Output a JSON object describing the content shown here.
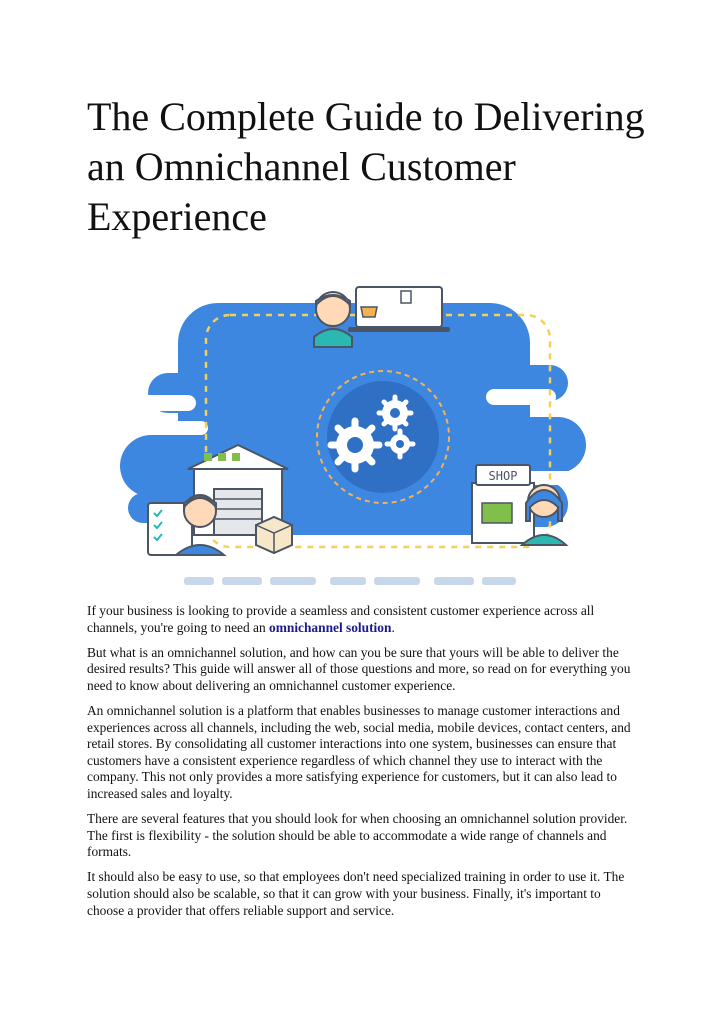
{
  "document": {
    "title": "The Complete Guide to Delivering an Omnichannel Customer Experience",
    "hero_image": {
      "icons": [
        "person-icon",
        "laptop-icon",
        "shopping-basket-icon",
        "gears-icon",
        "warehouse-icon",
        "checklist-icon",
        "package-icon",
        "shop-icon"
      ],
      "shop_sign": "SHOP",
      "colors": {
        "blue": "#3d87e0",
        "dark_outline": "#4b5563",
        "dashed_yellow": "#f3cf5b",
        "orange_ring": "#f4b253",
        "teal": "#2bb8b3",
        "green": "#7fbf4a",
        "skin": "#ffd9b8"
      }
    },
    "paragraphs": [
      {
        "before": "If your business is looking to provide a seamless and consistent customer experience across all channels, you're going to need an",
        "link": " omnichannel solution",
        "after": "."
      },
      {
        "text": "But what is an omnichannel solution, and how can you be sure that yours will be able to deliver the desired results? This guide will answer all of those questions and more, so read on for everything you need to know about delivering an omnichannel customer experience."
      },
      {
        "text": "An omnichannel solution is a platform that enables businesses to manage customer interactions and experiences across all channels, including the web, social media, mobile devices, contact centers, and retail stores. By consolidating all customer interactions into one system, businesses can ensure that customers have a consistent experience regardless of which channel they use to interact with the company. This not only provides a more satisfying experience for customers, but it can also lead to increased sales and loyalty."
      },
      {
        "text": "There are several features that you should look for when choosing an omnichannel solution provider. The first is flexibility - the solution should be able to accommodate a wide range of channels and formats."
      },
      {
        "text": "It should also be easy to use, so that employees don't need specialized training in order to use it. The solution should also be scalable, so that it can grow with your business. Finally, it's important to choose a provider that offers reliable support and service."
      }
    ]
  }
}
